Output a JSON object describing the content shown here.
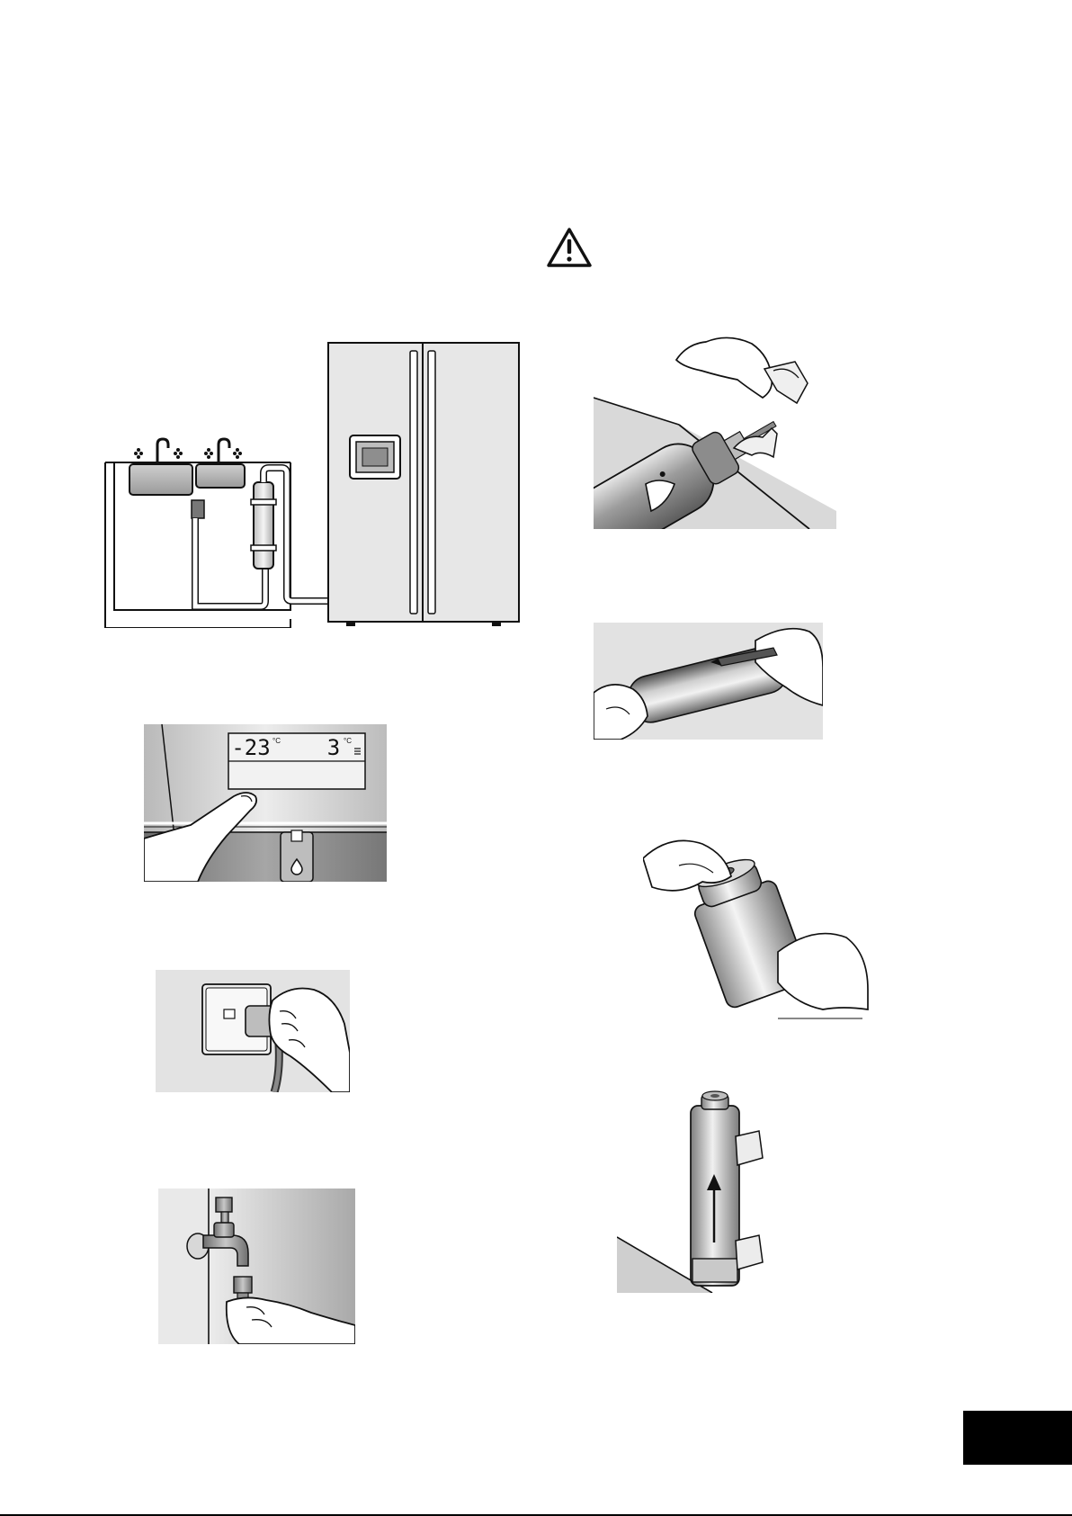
{
  "display": {
    "freezer_temp": "-23",
    "freezer_unit": "°C",
    "fridge_temp": "3",
    "fridge_unit": "°C",
    "menu_icon": "menu-lines-icon"
  },
  "icons": {
    "warning": "warning-triangle-icon",
    "water_drop": "water-drop-icon",
    "arrow_up": "arrow-up-icon"
  },
  "colors": {
    "ink": "#111111",
    "panel_grey": "#e6e6e6",
    "mid_grey": "#9b9b9b",
    "page_tab": "#000000"
  }
}
